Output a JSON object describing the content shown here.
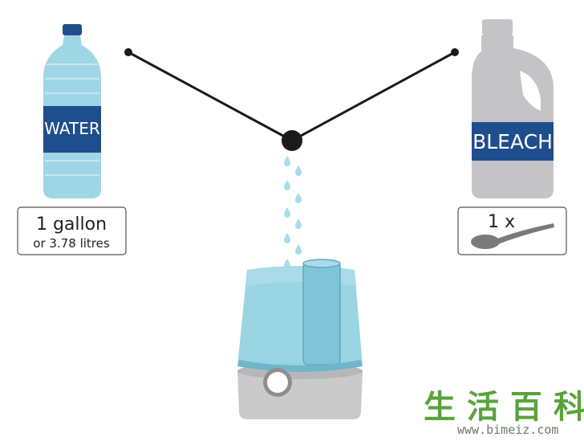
{
  "water_bottle": {
    "label": "WATER",
    "amount": "1 gallon",
    "amount_alt": "or 3.78  litres"
  },
  "bleach_bottle": {
    "label": "BLEACH",
    "amount": "1 x"
  },
  "watermark": {
    "text": "生活百科",
    "url": "www.bimeiz.com"
  },
  "icons": {
    "water": "water-bottle-icon",
    "bleach": "bleach-jug-icon",
    "spoon": "spoon-icon",
    "humidifier": "humidifier-icon",
    "drops": "water-drop-icon"
  },
  "colors": {
    "water_blue": "#9fd6e6",
    "label_blue": "#1f4e8c",
    "cap_blue": "#1f4e8c",
    "bleach_gray": "#c4c4c6",
    "humidifier_tank": "#8fd0e0",
    "humidifier_base": "#cacacb",
    "drop_blue": "#a8dcec",
    "line_black": "#1a1a1a",
    "spoon_gray": "#7a7a7c"
  }
}
